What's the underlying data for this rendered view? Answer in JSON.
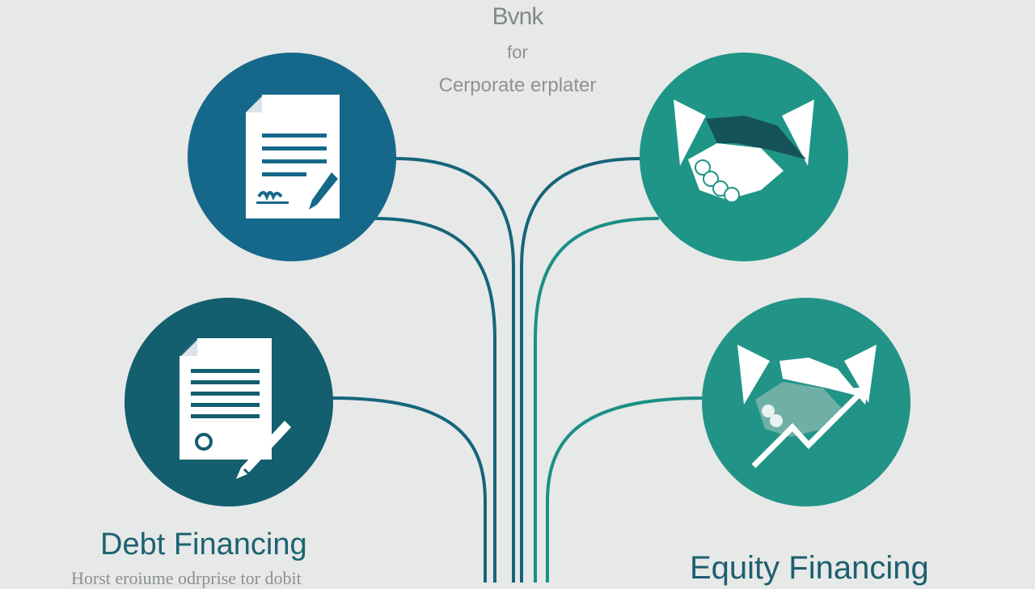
{
  "header": {
    "line1": "Bvnk",
    "line2": "for",
    "line3": "Cerporate erplater"
  },
  "left": {
    "title": "Debt Financing",
    "subtitle": "Horst eroiume odrprise tor dobit"
  },
  "right": {
    "title": "Equity Financing"
  },
  "colors": {
    "background": "#e7e8e8",
    "doc_top": "#16688a",
    "doc_bottom": "#135e6f",
    "hand_top": "#1e9586",
    "hand_bottom": "#229487",
    "connector_left": "#15657a",
    "connector_right": "#1b8f86"
  },
  "icons": [
    "document-signature-icon",
    "document-pen-icon",
    "handshake-icon",
    "handshake-growth-icon"
  ]
}
